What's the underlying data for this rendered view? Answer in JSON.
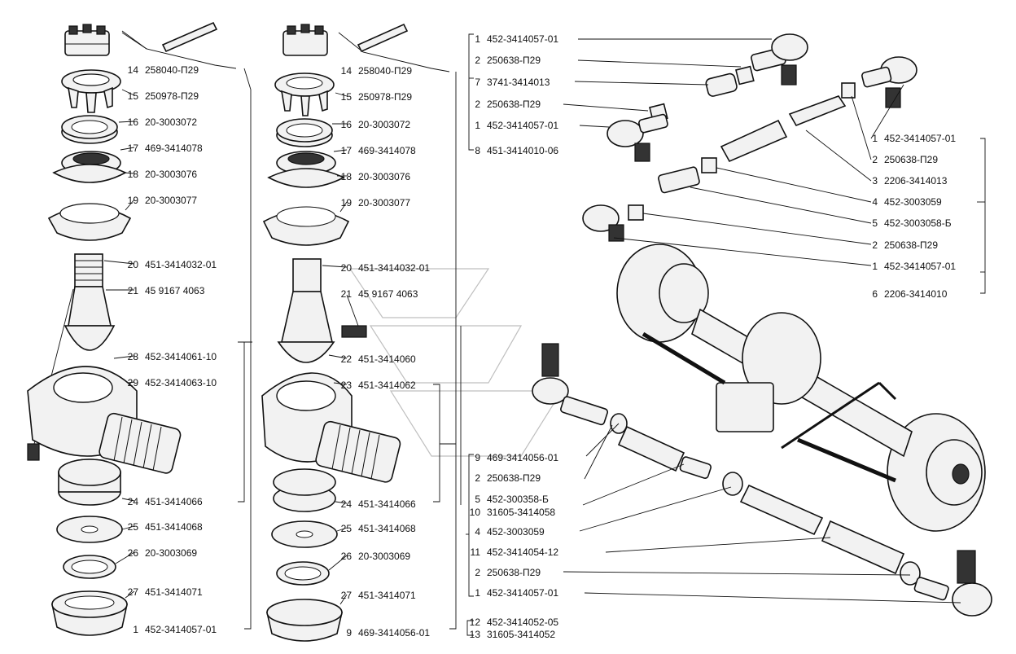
{
  "colors": {
    "ink": "#111111",
    "paper": "#ffffff",
    "watermark": "#bfbfbf"
  },
  "col1": [
    {
      "num": "14",
      "pn": "258040-П29"
    },
    {
      "num": "15",
      "pn": "250978-П29"
    },
    {
      "num": "16",
      "pn": "20-3003072"
    },
    {
      "num": "17",
      "pn": "469-3414078"
    },
    {
      "num": "18",
      "pn": "20-3003076"
    },
    {
      "num": "19",
      "pn": "20-3003077"
    },
    {
      "num": "20",
      "pn": "451-3414032-01"
    },
    {
      "num": "21",
      "pn": "45 9167 4063"
    },
    {
      "num": "28",
      "pn": "452-3414061-10"
    },
    {
      "num": "29",
      "pn": "452-3414063-10"
    },
    {
      "num": "24",
      "pn": "451-3414066"
    },
    {
      "num": "25",
      "pn": "451-3414068"
    },
    {
      "num": "26",
      "pn": "20-3003069"
    },
    {
      "num": "27",
      "pn": "451-3414071"
    },
    {
      "num": "1",
      "pn": "452-3414057-01"
    }
  ],
  "col2": [
    {
      "num": "14",
      "pn": "258040-П29"
    },
    {
      "num": "15",
      "pn": "250978-П29"
    },
    {
      "num": "16",
      "pn": "20-3003072"
    },
    {
      "num": "17",
      "pn": "469-3414078"
    },
    {
      "num": "18",
      "pn": "20-3003076"
    },
    {
      "num": "19",
      "pn": "20-3003077"
    },
    {
      "num": "20",
      "pn": "451-3414032-01"
    },
    {
      "num": "21",
      "pn": "45 9167 4063"
    },
    {
      "num": "22",
      "pn": "451-3414060"
    },
    {
      "num": "23",
      "pn": "451-3414062"
    },
    {
      "num": "24",
      "pn": "451-3414066"
    },
    {
      "num": "25",
      "pn": "451-3414068"
    },
    {
      "num": "26",
      "pn": "20-3003069"
    },
    {
      "num": "27",
      "pn": "451-3414071"
    },
    {
      "num": "9",
      "pn": "469-3414056-01"
    }
  ],
  "top_group": [
    {
      "num": "1",
      "pn": "452-3414057-01"
    },
    {
      "num": "2",
      "pn": "250638-П29"
    },
    {
      "num": "7",
      "pn": "3741-3414013"
    },
    {
      "num": "2",
      "pn": "250638-П29"
    },
    {
      "num": "1",
      "pn": "452-3414057-01"
    },
    {
      "num": "8",
      "pn": "451-3414010-06"
    }
  ],
  "right_group": [
    {
      "num": "1",
      "pn": "452-3414057-01"
    },
    {
      "num": "2",
      "pn": "250638-П29"
    },
    {
      "num": "3",
      "pn": "2206-3414013"
    },
    {
      "num": "4",
      "pn": "452-3003059"
    },
    {
      "num": "5",
      "pn": "452-3003058-Б"
    },
    {
      "num": "2",
      "pn": "250638-П29"
    },
    {
      "num": "1",
      "pn": "452-3414057-01"
    },
    {
      "num": "6",
      "pn": "2206-3414010"
    }
  ],
  "bottom_group": [
    {
      "num": "9",
      "pn": "469-3414056-01"
    },
    {
      "num": "2",
      "pn": "250638-П29"
    },
    {
      "num": "5",
      "pn": "452-300358-Б"
    },
    {
      "num": "10",
      "pn": "31605-3414058"
    },
    {
      "num": "4",
      "pn": "452-3003059"
    },
    {
      "num": "11",
      "pn": "452-3414054-12"
    },
    {
      "num": "2",
      "pn": "250638-П29"
    },
    {
      "num": "1",
      "pn": "452-3414057-01"
    },
    {
      "num": "12",
      "pn": "452-3414052-05"
    },
    {
      "num": "13",
      "pn": "31605-3414052"
    }
  ]
}
